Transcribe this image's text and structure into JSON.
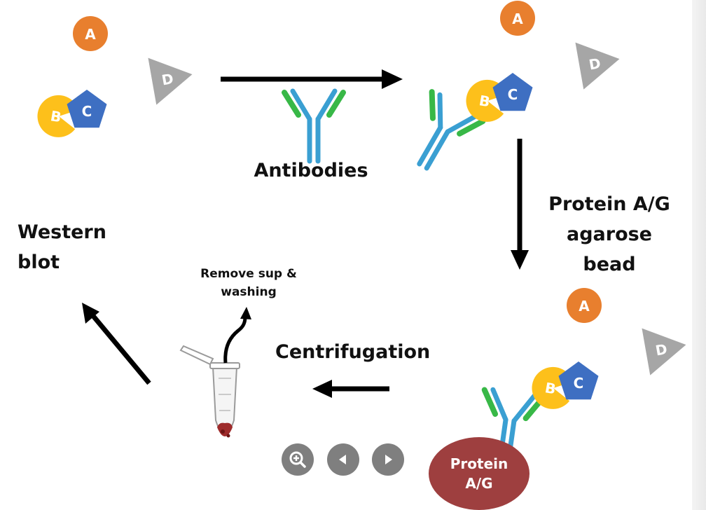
{
  "labels": {
    "antibodies": "Antibodies",
    "protein_ag_bead": [
      "Protein A/G",
      "agarose",
      "bead"
    ],
    "centrifugation": "Centrifugation",
    "remove_sup": [
      "Remove sup &",
      "washing"
    ],
    "western_blot": [
      "Western",
      "blot"
    ]
  },
  "molecules": {
    "a": "A",
    "b": "B",
    "c": "C",
    "d": "D"
  },
  "bead": {
    "line1": "Protein",
    "line2": "A/G"
  },
  "colors": {
    "a": "#e87f2e",
    "b": "#fdc01b",
    "c": "#3e6fc2",
    "d": "#a6a6a6",
    "antibody_heavy": "#3a9fd2",
    "antibody_light": "#38b847",
    "bead": "#9e3f3f",
    "arrow": "#000000",
    "nav_button": "#7f7f7f"
  },
  "nav": {
    "zoom_icon": "zoom-in-icon",
    "prev_icon": "chevron-left-icon",
    "next_icon": "chevron-right-icon"
  }
}
